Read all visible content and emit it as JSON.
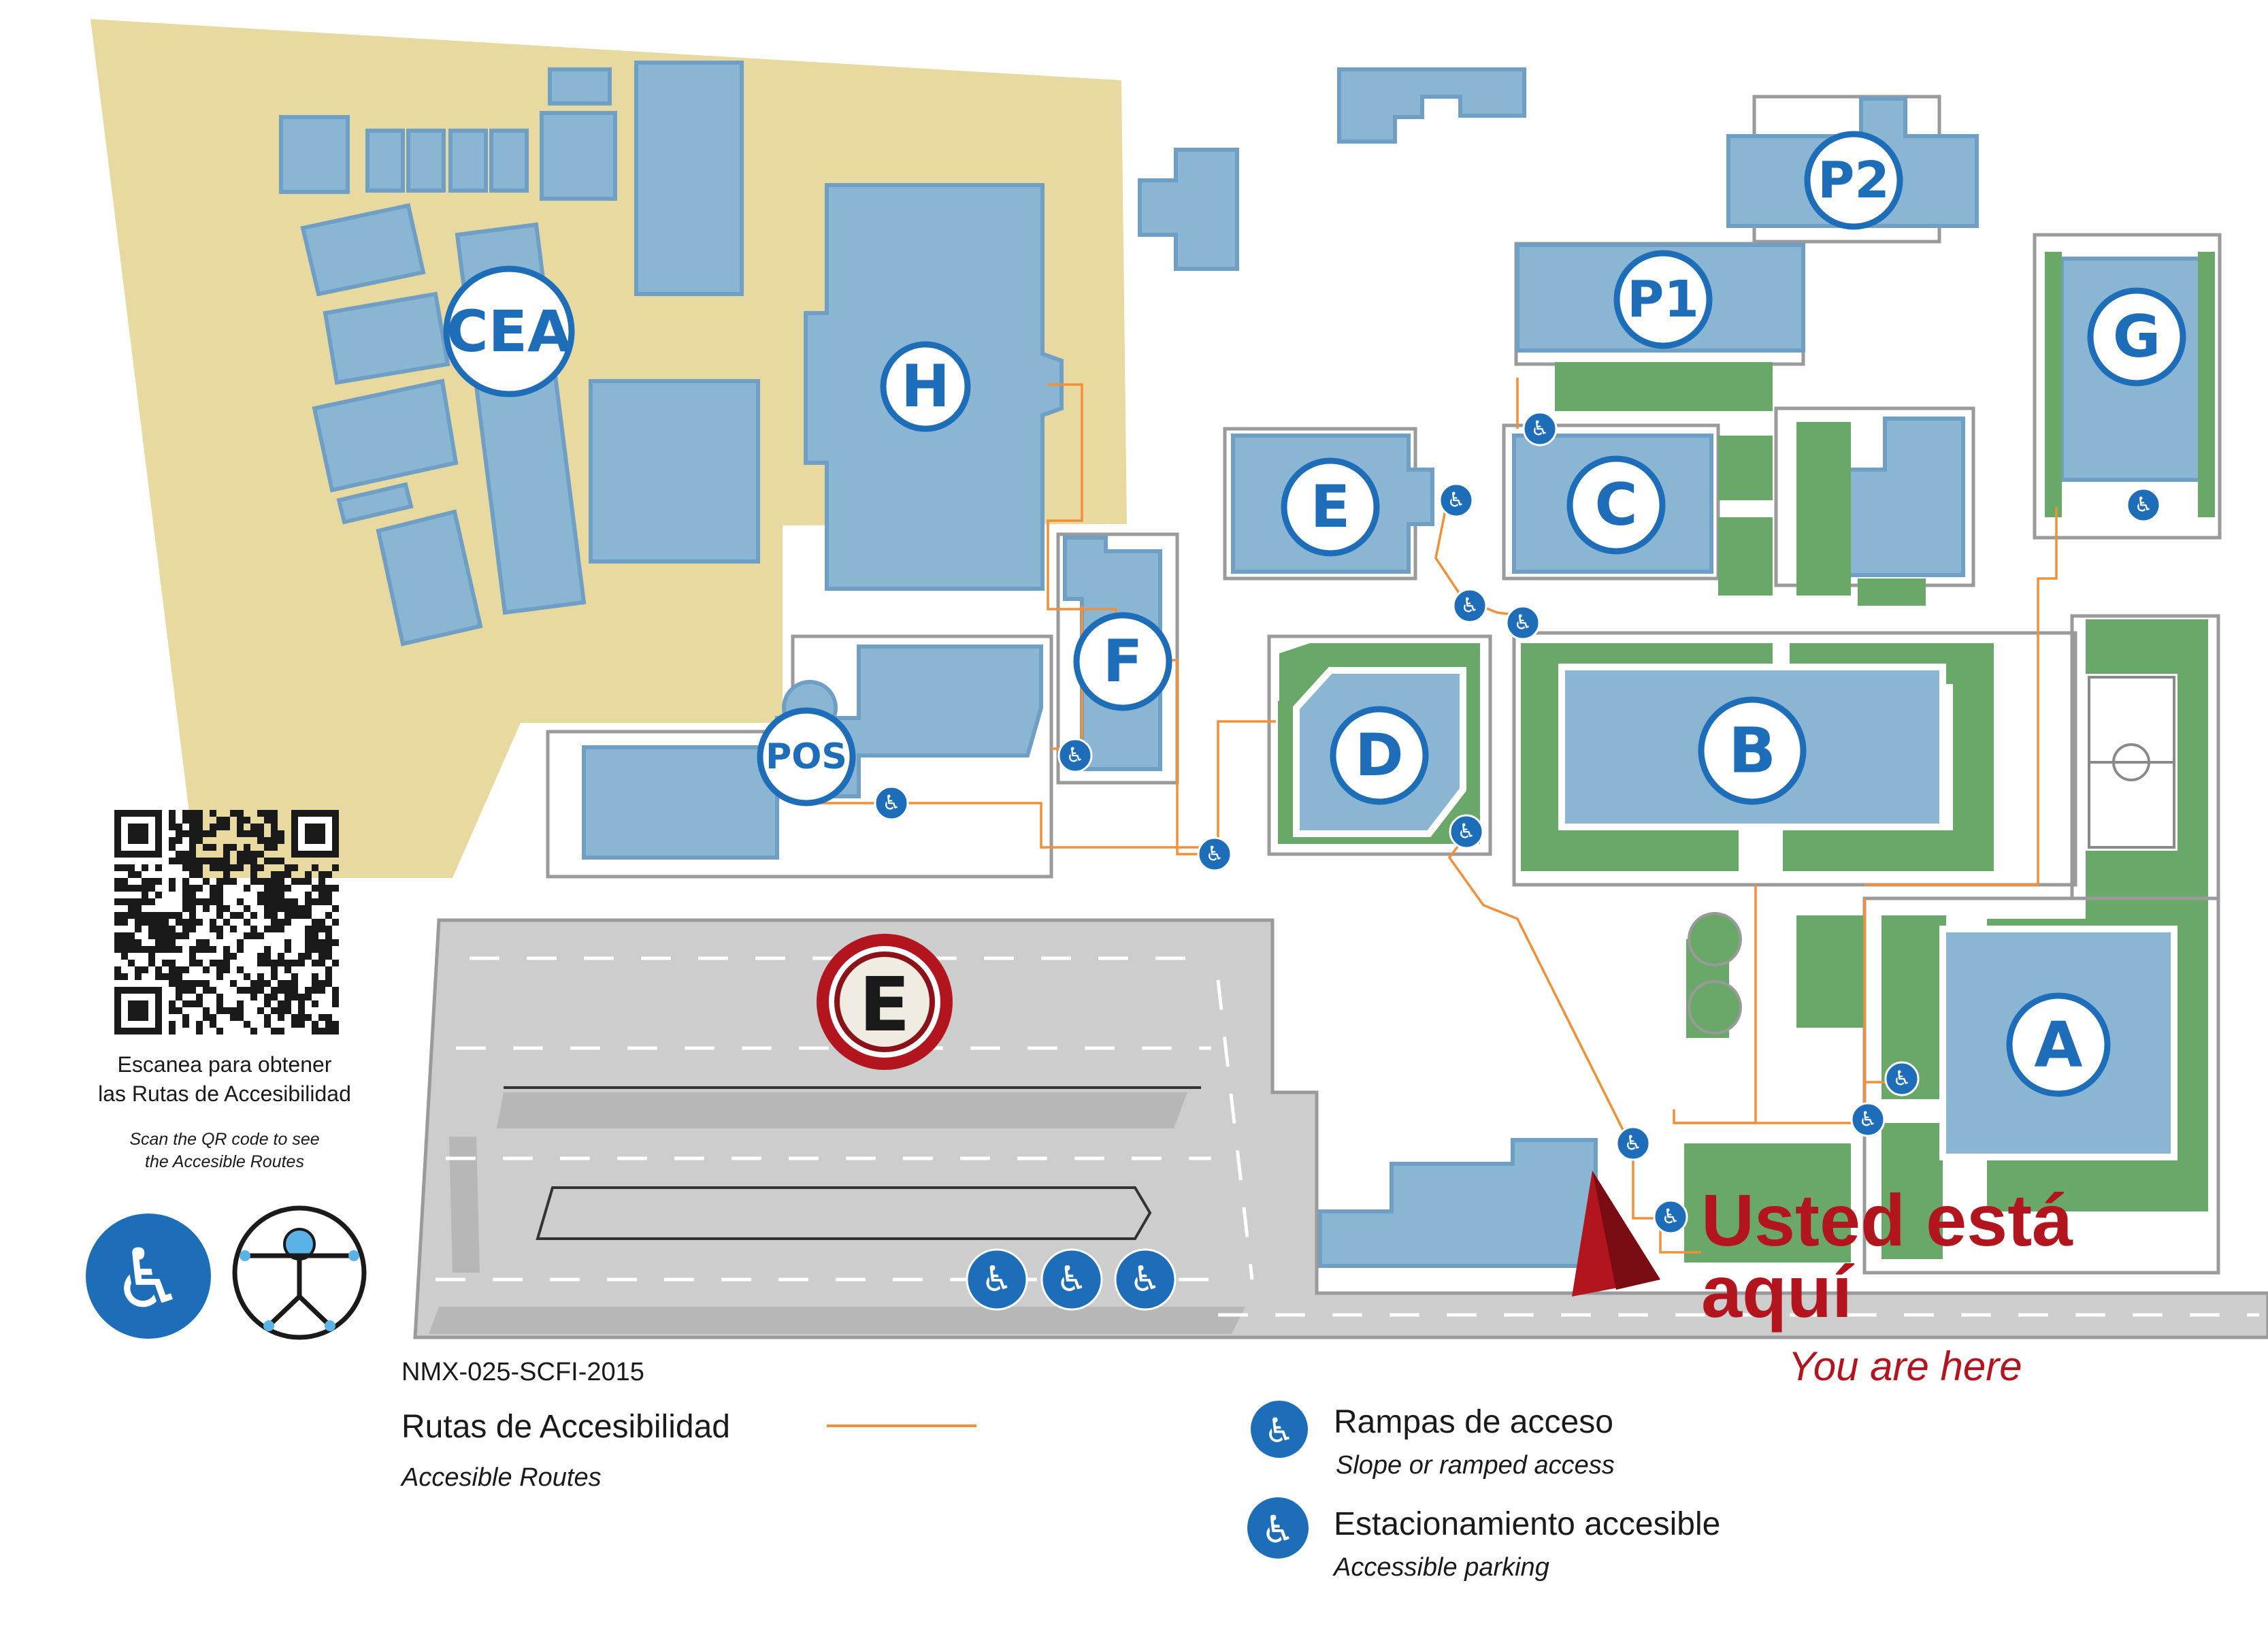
{
  "buildings": {
    "cea": "CEA",
    "h": "H",
    "p2": "P2",
    "p1": "P1",
    "g": "G",
    "e": "E",
    "c": "C",
    "f": "F",
    "pos": "POS",
    "d": "D",
    "b": "B",
    "a": "A"
  },
  "parking": {
    "label": "E"
  },
  "qr": {
    "caption_es_line1": "Escanea para obtener",
    "caption_es_line2": "las Rutas de Accesibilidad",
    "caption_en_line1": "Scan the QR code to see",
    "caption_en_line2": "the Accesible Routes"
  },
  "you_are_here": {
    "line1": "Usted está",
    "line2": "aquí",
    "english": "You are here",
    "color": "#b3151f"
  },
  "legend": {
    "norm": "NMX-025-SCFI-2015",
    "routes_es": "Rutas de Accesibilidad",
    "routes_en": "Accesible Routes",
    "ramps_es": "Rampas de acceso",
    "ramps_en": "Slope or ramped access",
    "parking_es": "Estacionamiento accesible",
    "parking_en": "Accessible parking"
  },
  "colors": {
    "building": "#8bb6d3",
    "campus_area": "#e8d9a0",
    "green_area": "#6aa86a",
    "route": "#f0913a",
    "label_blue": "#1d6db8",
    "parking_lot": "#cdcdcd",
    "parking_label": "#b3151f"
  },
  "icons": [
    "wheelchair-icon",
    "ramp-icon",
    "universal-access-icon",
    "location-arrow-icon",
    "qr-code-icon"
  ]
}
